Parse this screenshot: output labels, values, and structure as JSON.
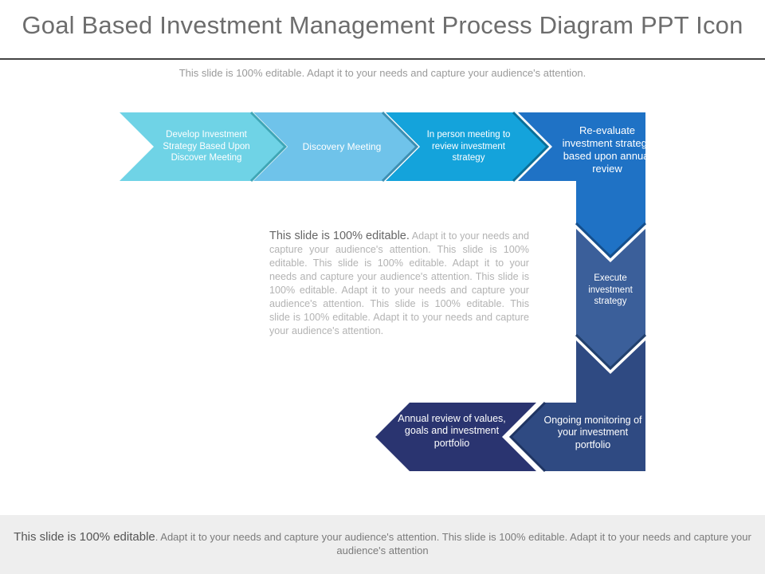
{
  "title": "Goal Based Investment Management Process Diagram PPT Icon",
  "subtitle": "This slide is 100% editable. Adapt it to your needs and capture your audience's attention.",
  "steps": [
    {
      "label": "Develop Investment Strategy Based Upon Discover Meeting",
      "color": "#6fd3e6"
    },
    {
      "label": "Discovery Meeting",
      "color": "#6fc3ea"
    },
    {
      "label": "In person meeting to review investment strategy",
      "color": "#14a3db"
    },
    {
      "label": "Re-evaluate investment strategy based upon annual review",
      "color": "#1f72c5"
    },
    {
      "label": "Execute investment strategy",
      "color": "#3b5f9a"
    },
    {
      "label": "Ongoing monitoring of your investment portfolio",
      "color": "#2f4a82"
    },
    {
      "label": "Annual review of values, goals and investment portfolio",
      "color": "#2a3470"
    }
  ],
  "body": {
    "lead": "This slide is 100% editable.",
    "rest": " Adapt it to your needs and capture your audience's attention. This slide is 100% editable. This slide is 100% editable. Adapt it to your needs and capture your audience's attention. This slide is 100% editable. Adapt it to your needs and capture your audience's attention. This slide is 100% editable. This slide is 100% editable. Adapt it to your needs and capture your audience's attention."
  },
  "footer": {
    "lead": "This slide is 100% editable",
    "rest": ". Adapt it to your needs and capture your audience's attention. This slide is 100% editable. Adapt it to your needs and capture your audience's attention"
  }
}
